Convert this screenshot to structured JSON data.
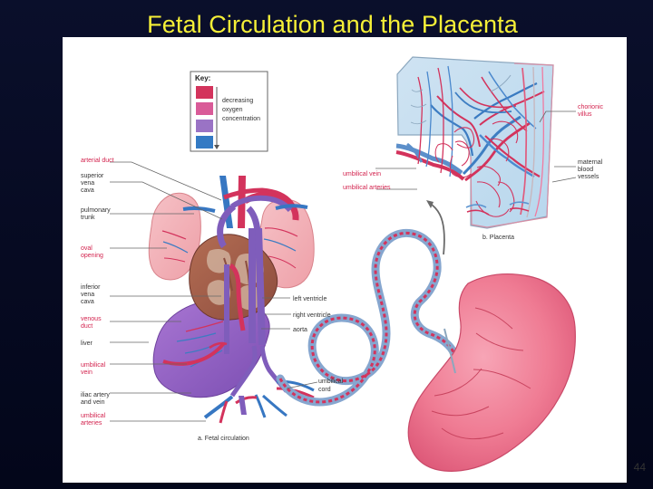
{
  "slide": {
    "title": "Fetal Circulation and the Placenta",
    "page_number": "44"
  },
  "diagram": {
    "key": {
      "title": "Key:",
      "text": [
        "decreasing",
        "oxygen",
        "concentration"
      ],
      "colors": [
        "#d3335c",
        "#d95b98",
        "#9a73c5",
        "#337ac4"
      ]
    },
    "left_labels": {
      "arterial_duct": "arterial duct",
      "superior_vena_cava": [
        "superior",
        "vena",
        "cava"
      ],
      "pulmonary_trunk": [
        "pulmonary",
        "trunk"
      ],
      "oval_opening": [
        "oval",
        "opening"
      ],
      "inferior_vena_cava": [
        "inferior",
        "vena",
        "cava"
      ],
      "venous_duct": [
        "venous",
        "duct"
      ],
      "liver": "liver",
      "umbilical_vein": [
        "umbilical",
        "vein"
      ],
      "iliac_artery_vein": [
        "iliac artery",
        "and vein"
      ],
      "umbilical_arteries": [
        "umbilical",
        "arteries"
      ]
    },
    "center_labels": {
      "left_ventricle": "left ventricle",
      "right_ventricle": "right ventricle",
      "aorta": "aorta",
      "umbilical_cord": [
        "umbilical",
        "cord"
      ],
      "fetal_circulation": "a. Fetal circulation"
    },
    "placenta_labels": {
      "umbilical_vein": "umbilical vein",
      "umbilical_arteries": "umbilical arteries",
      "chorionic_villus": [
        "chorionic",
        "villus"
      ],
      "maternal_blood_vessels": [
        "maternal",
        "blood",
        "vessels"
      ],
      "placenta": "b. Placenta"
    }
  }
}
